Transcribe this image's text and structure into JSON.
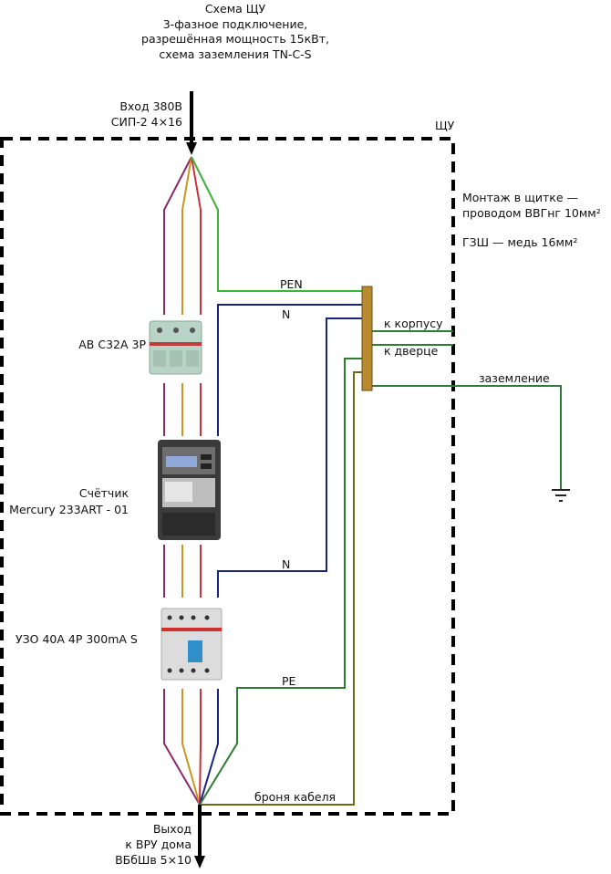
{
  "title": [
    "Схема ЩУ",
    "3-фазное подключение,",
    "разрешённая мощность 15кВт,",
    "схема заземления TN-C-S"
  ],
  "input": {
    "line1": "Вход 380В",
    "line2": "СИП-2 4×16"
  },
  "panel_label": "ЩУ",
  "notes": {
    "mount1": "Монтаж в щитке —",
    "mount2": "проводом ВВГнг 10мм²",
    "gzsh": "ГЗШ — медь 16мм²"
  },
  "devices": {
    "breaker": "АВ С32А 3Р",
    "meter1": "Счётчик",
    "meter2": "Mercury 233ART - 01",
    "rcd": "УЗО 40А 4Р 300mA S"
  },
  "wire_labels": {
    "pen": "PEN",
    "n_top": "N",
    "n_bottom": "N",
    "pe": "PE",
    "armor": "броня кабеля",
    "to_body": "к корпусу",
    "to_door": "к дверце",
    "ground": "заземление"
  },
  "output": {
    "line1": "Выход",
    "line2": "к ВРУ дома",
    "line3": "ВБбШв 5×10"
  },
  "colors": {
    "l1": "#8b2a6b",
    "l2": "#c8961e",
    "l3": "#c8323c",
    "pen": "#3cb43c",
    "n": "#1a237e",
    "pe": "#2e7d32",
    "armor": "#6b6b14",
    "busbar": "#b8892e"
  }
}
